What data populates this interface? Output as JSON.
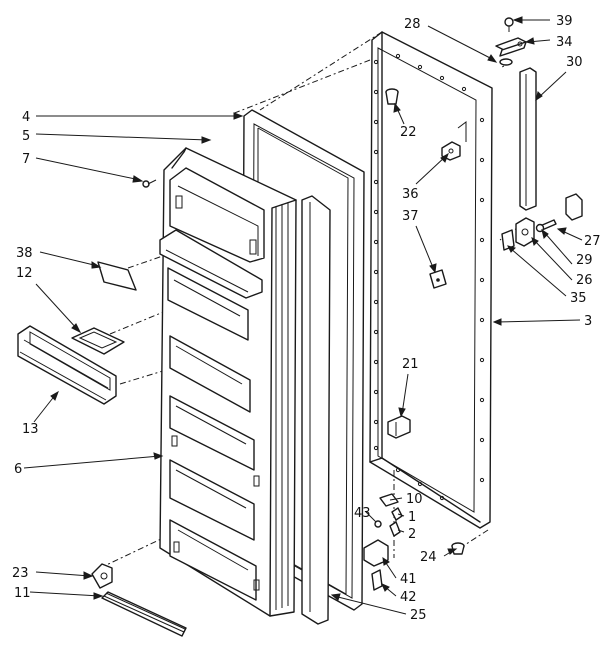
{
  "diagram": {
    "callouts": [
      {
        "id": "39",
        "label": "39"
      },
      {
        "id": "28",
        "label": "28"
      },
      {
        "id": "34",
        "label": "34"
      },
      {
        "id": "30",
        "label": "30"
      },
      {
        "id": "4",
        "label": "4"
      },
      {
        "id": "5",
        "label": "5"
      },
      {
        "id": "7",
        "label": "7"
      },
      {
        "id": "22",
        "label": "22"
      },
      {
        "id": "36",
        "label": "36"
      },
      {
        "id": "37",
        "label": "37"
      },
      {
        "id": "38",
        "label": "38"
      },
      {
        "id": "12",
        "label": "12"
      },
      {
        "id": "27",
        "label": "27"
      },
      {
        "id": "29",
        "label": "29"
      },
      {
        "id": "26",
        "label": "26"
      },
      {
        "id": "35",
        "label": "35"
      },
      {
        "id": "3",
        "label": "3"
      },
      {
        "id": "21",
        "label": "21"
      },
      {
        "id": "13",
        "label": "13"
      },
      {
        "id": "6",
        "label": "6"
      },
      {
        "id": "10",
        "label": "10"
      },
      {
        "id": "43",
        "label": "43"
      },
      {
        "id": "1",
        "label": "1"
      },
      {
        "id": "2",
        "label": "2"
      },
      {
        "id": "24",
        "label": "24"
      },
      {
        "id": "23",
        "label": "23"
      },
      {
        "id": "41",
        "label": "41"
      },
      {
        "id": "11",
        "label": "11"
      },
      {
        "id": "42",
        "label": "42"
      },
      {
        "id": "25",
        "label": "25"
      }
    ]
  }
}
